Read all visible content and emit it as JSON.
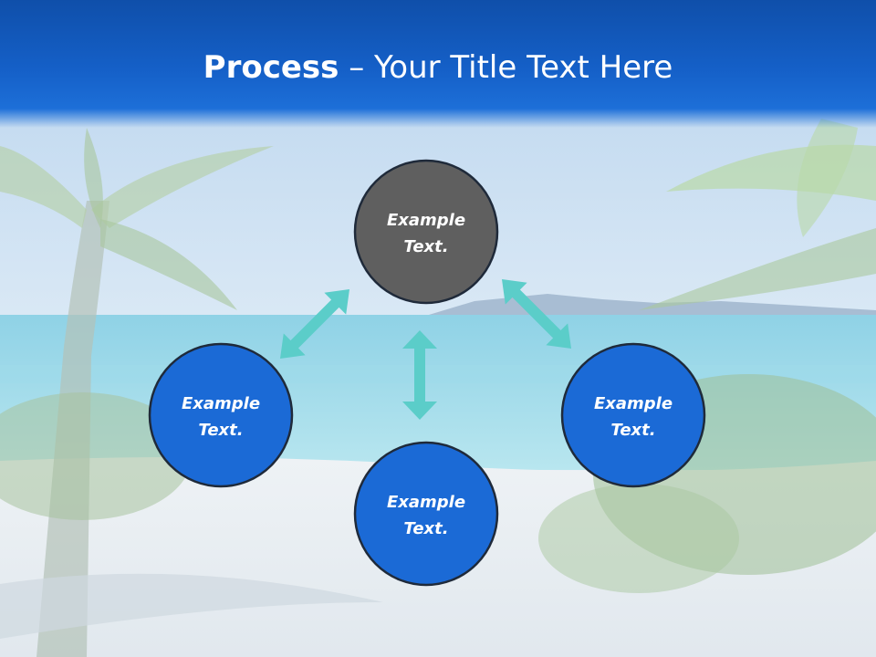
{
  "slide": {
    "title_bold": "Process",
    "title_dash": " – ",
    "title_rest": "Your Title Text Here"
  },
  "nodes": [
    {
      "id": "top",
      "line1": "Example",
      "line2": "Text.",
      "fill": "#5f5f5f"
    },
    {
      "id": "left",
      "line1": "Example",
      "line2": "Text.",
      "fill": "#1b6ad6"
    },
    {
      "id": "right",
      "line1": "Example",
      "line2": "Text.",
      "fill": "#1b6ad6"
    },
    {
      "id": "bottom",
      "line1": "Example",
      "line2": "Text.",
      "fill": "#1b6ad6"
    }
  ],
  "colors": {
    "header": "#1560c8",
    "arrow": "#5bcdc9",
    "node_border": "#1f2a3a",
    "node_blue": "#1b6ad6",
    "node_gray": "#5f5f5f"
  }
}
